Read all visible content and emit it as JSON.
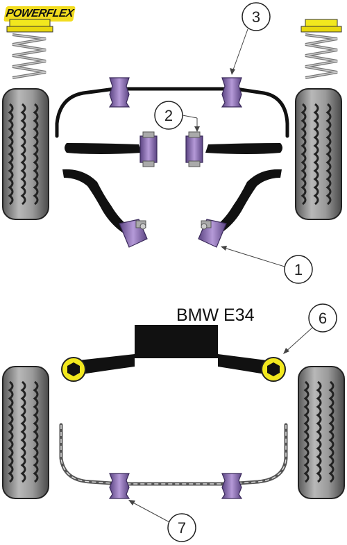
{
  "brand": {
    "logo_text": "POWERFLEX",
    "logo_color": "#f2dc1e"
  },
  "model_label": "BMW E34",
  "callouts": [
    {
      "number": "3"
    },
    {
      "number": "2"
    },
    {
      "number": "1"
    },
    {
      "number": "6"
    },
    {
      "number": "7"
    }
  ],
  "colors": {
    "bush_purple": "#8a6fb0",
    "bush_purple_dark": "#5b4482",
    "bush_yellow": "#f2e81e",
    "tyre_grey": "#8f8f8f",
    "arm_black": "#111111"
  }
}
